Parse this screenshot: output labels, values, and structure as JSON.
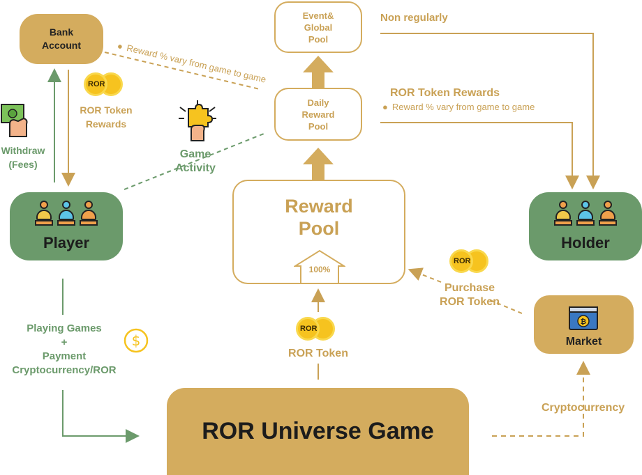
{
  "nodes": {
    "bank_account": "Bank\nAccount",
    "event_pool": "Event&\nGlobal\nPool",
    "daily_pool": "Daily\nReward\nPool",
    "reward_pool": "Reward\nPool",
    "reward_pool_pct": "100%",
    "player": "Player",
    "holder": "Holder",
    "market": "Market",
    "game": "ROR Universe Game"
  },
  "labels": {
    "non_regularly": "Non regularly",
    "reward_vary_left": "Reward % vary from game to game",
    "ror_rewards_left": "ROR Token\nRewards",
    "withdraw": "Withdraw\n(Fees)",
    "game_activity": "Game\nActivity",
    "ror_rewards_right": "ROR Token Rewards",
    "reward_vary_right": "Reward % vary from game to game",
    "purchase": "Purchase\nROR Token",
    "ror_token": "ROR Token",
    "playing_games": "Playing Games\n+\nPayment\nCryptocurrency/ROR",
    "cryptocurrency": "Cryptocurrency",
    "coin_text": "ROR"
  },
  "colors": {
    "gold": "#d4ac5e",
    "gold_text": "#c9a155",
    "green": "#6b9a6b",
    "coin": "#f6c31f"
  }
}
